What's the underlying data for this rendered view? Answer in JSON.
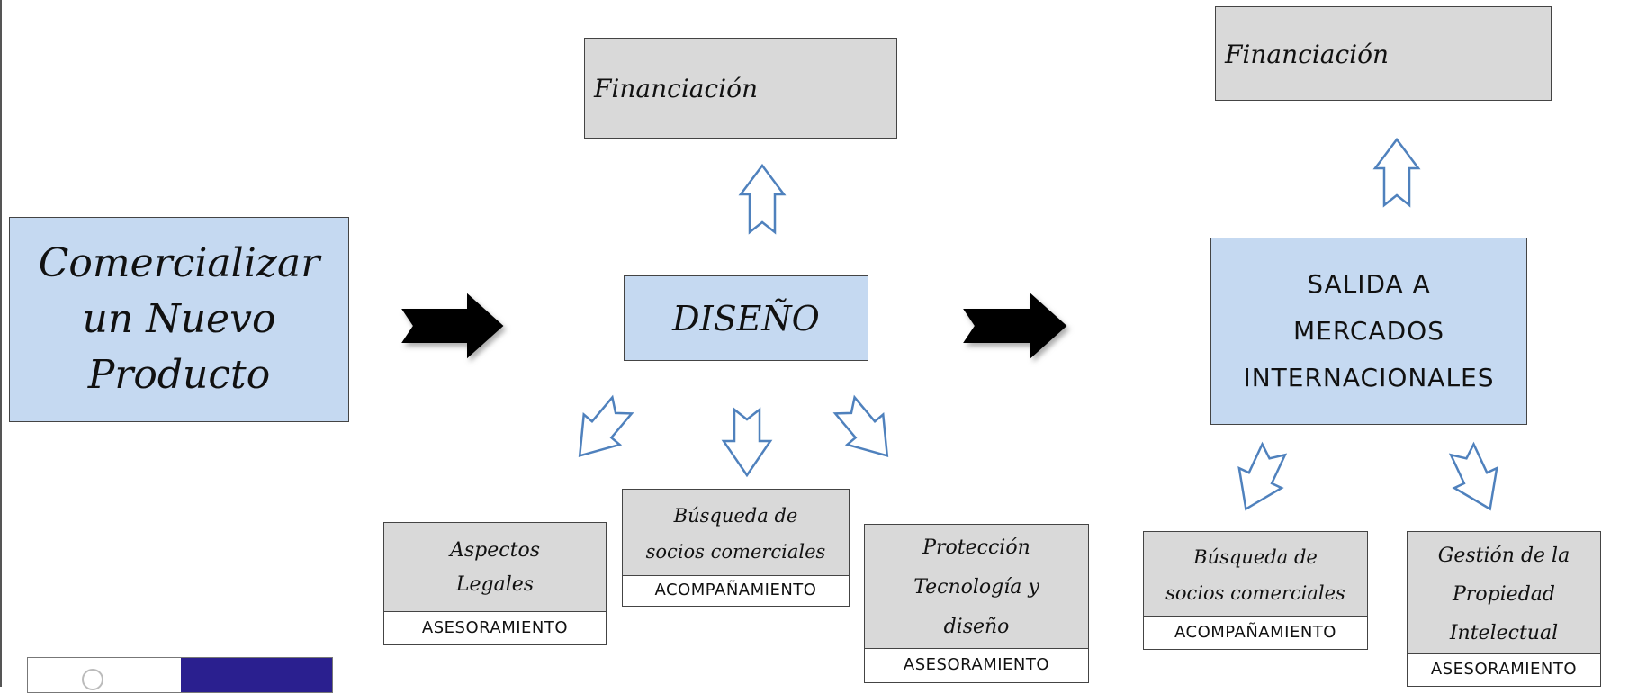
{
  "main": {
    "label": "Comercializar un Nuevo Producto",
    "lines": [
      "Comercializar",
      "un Nuevo",
      "Producto"
    ]
  },
  "diseno": {
    "label": "DISEÑO",
    "financiacion": "Financiación",
    "children": [
      {
        "lines": [
          "Aspectos",
          "Legales"
        ],
        "footer": "ASESORAMIENTO"
      },
      {
        "lines": [
          "Búsqueda de",
          "socios comerciales"
        ],
        "footer": "ACOMPAÑAMIENTO"
      },
      {
        "lines": [
          "Protección",
          "Tecnología y",
          "diseño"
        ],
        "footer": "ASESORAMIENTO"
      }
    ]
  },
  "internacional": {
    "lines": [
      "SALIDA A",
      "MERCADOS",
      "INTERNACIONALES"
    ],
    "financiacion": "Financiación",
    "children": [
      {
        "lines": [
          "Búsqueda de",
          "socios comerciales"
        ],
        "footer": "ACOMPAÑAMIENTO"
      },
      {
        "lines": [
          "Gestión de la",
          "Propiedad",
          "Intelectual"
        ],
        "footer": "ASESORAMIENTO"
      }
    ]
  },
  "colors": {
    "process_box": "#c5d9f1",
    "support_box": "#d9d9d9",
    "arrow_outline": "#4f81bd",
    "flow_arrow": "#000000"
  }
}
